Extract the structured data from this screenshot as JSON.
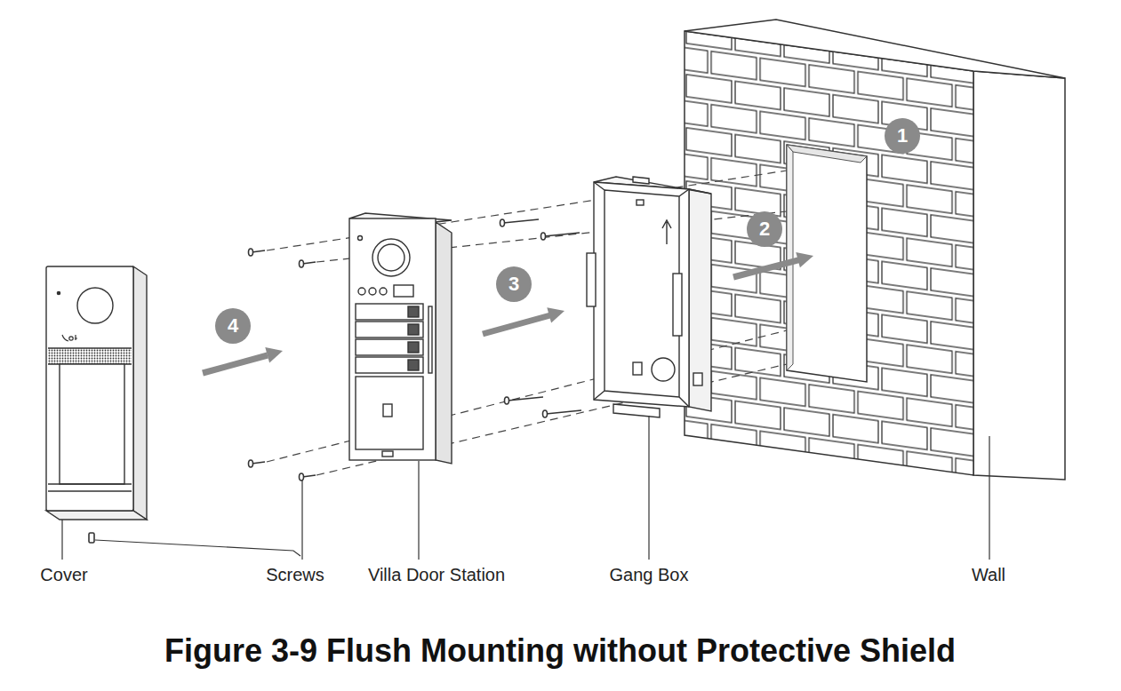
{
  "diagram": {
    "caption": "Figure 3-9 Flush Mounting without Protective Shield",
    "labels": [
      "1",
      "2",
      "3",
      "4",
      "Cover",
      "Screws",
      "Villa Door Station",
      "Gang Box",
      "Wall"
    ]
  }
}
